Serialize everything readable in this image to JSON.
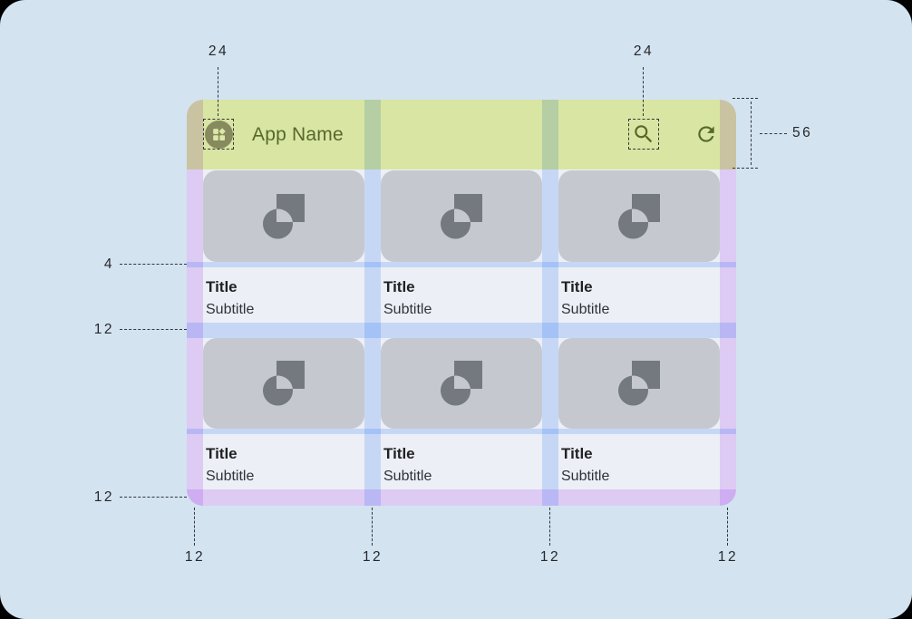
{
  "app_bar": {
    "title": "App Name",
    "app_icon": "app-logo-icon",
    "actions": [
      {
        "icon": "search-icon"
      },
      {
        "icon": "refresh-icon"
      }
    ]
  },
  "cards": [
    {
      "title": "Title",
      "subtitle": "Subtitle"
    },
    {
      "title": "Title",
      "subtitle": "Subtitle"
    },
    {
      "title": "Title",
      "subtitle": "Subtitle"
    },
    {
      "title": "Title",
      "subtitle": "Subtitle"
    },
    {
      "title": "Title",
      "subtitle": "Subtitle"
    },
    {
      "title": "Title",
      "subtitle": "Subtitle"
    }
  ],
  "annotations": {
    "app_icon_size": "24",
    "action_icon_size": "24",
    "appbar_height": "56",
    "image_text_gap": "4",
    "row_gap": "12",
    "bottom_margin": "12",
    "bottom_columns": [
      "12",
      "12",
      "12",
      "12"
    ]
  },
  "colors": {
    "background": "#d3e3f0",
    "appbar": "#d9e5a3",
    "content": "#edeff6",
    "card_media": "#c5c9cf",
    "media_icon": "#74797f",
    "gutter_overlay_blue": "#c6d8f6",
    "margin_overlay_purple": "#ddcbf4",
    "appbar_text": "#57682c",
    "appbar_icon": "#55682a",
    "title_text": "#1f2124",
    "subtitle_text": "#2f3237",
    "annotation_text": "#26282c"
  }
}
